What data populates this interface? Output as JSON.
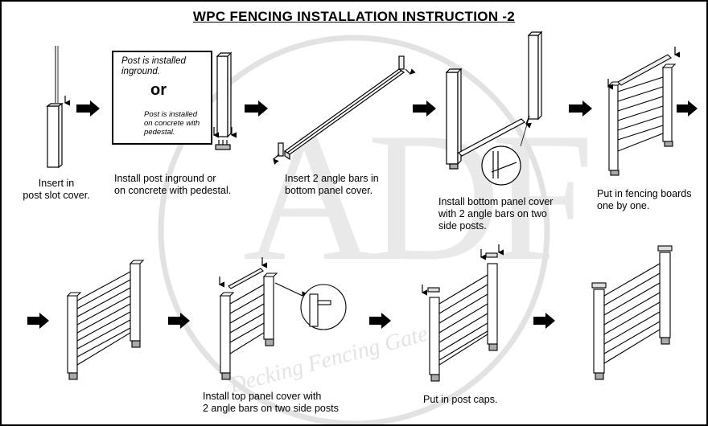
{
  "title": "WPC FENCING INSTALLATION INSTRUCTION -2",
  "watermark": {
    "logo": "ADF",
    "slogan": "Decking Fencing Gate"
  },
  "note_box": {
    "option_inground": "Post is installed\ninground.",
    "or_label": "or",
    "option_pedestal": "Post is installed\non concrete with\npedestal."
  },
  "steps": [
    {
      "caption": "Insert in\npost slot cover."
    },
    {
      "caption": "Install post inground or\non concrete with pedestal."
    },
    {
      "caption": "Insert 2 angle bars in\nbottom panel cover."
    },
    {
      "caption": "Install bottom panel cover\nwith 2 angle bars on two\nside posts."
    },
    {
      "caption": "Put in fencing boards\none by one."
    },
    {
      "caption": ""
    },
    {
      "caption": "Install top panel cover with\n2 angle bars on two side posts"
    },
    {
      "caption": "Put in post caps."
    },
    {
      "caption": ""
    }
  ],
  "colors": {
    "line": "#000000",
    "watermark": "#d8d8d8",
    "background": "#ffffff"
  },
  "icons": [
    "right-arrow-icon",
    "down-arrow-icon"
  ]
}
